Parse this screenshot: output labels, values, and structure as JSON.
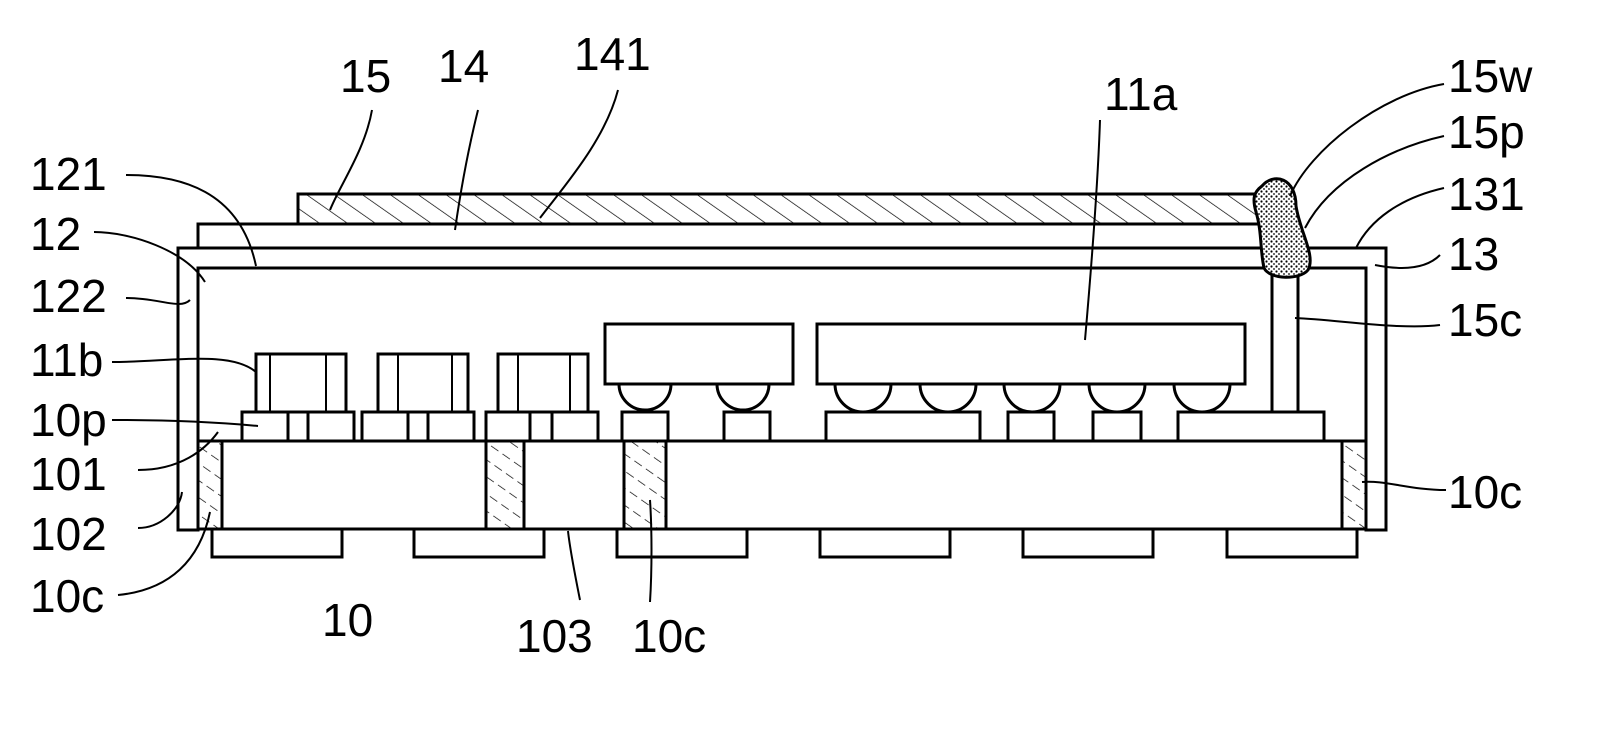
{
  "labels": {
    "l15": "15",
    "l14": "14",
    "l141": "141",
    "l11a": "11a",
    "l15w": "15w",
    "l15p": "15p",
    "l131": "131",
    "l13": "13",
    "l15c": "15c",
    "l121": "121",
    "l12": "12",
    "l122": "122",
    "l11b": "11b",
    "l10p": "10p",
    "l101": "101",
    "l102": "102",
    "l10c_left": "10c",
    "l10": "10",
    "l103": "103",
    "l10c_bottom": "10c",
    "l10c_right": "10c"
  }
}
